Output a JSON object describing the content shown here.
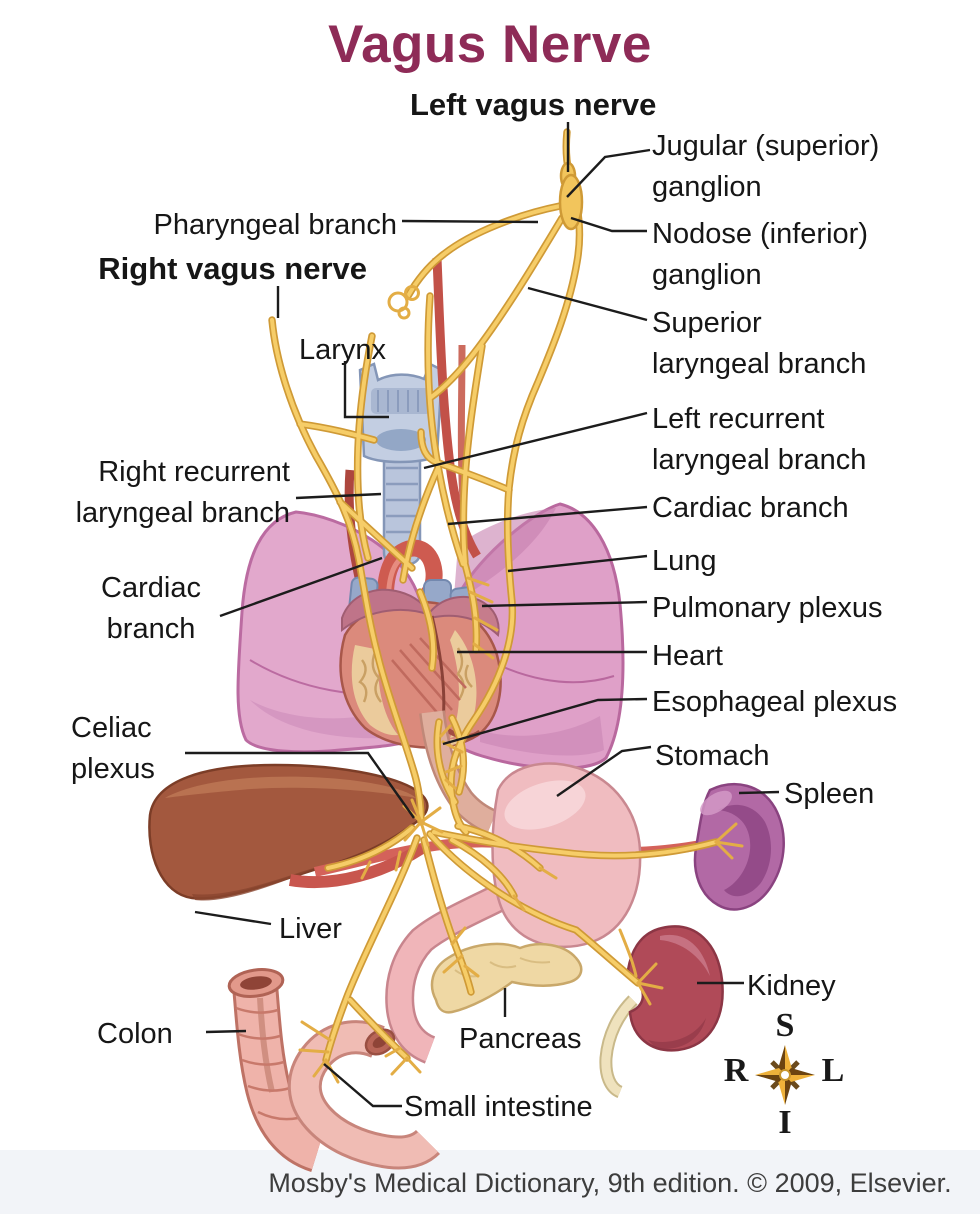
{
  "title": "Vagus Nerve",
  "labels": {
    "left_vagus_nerve": "Left vagus nerve",
    "jugular_ganglion": "Jugular (superior)\nganglion",
    "pharyngeal_branch": "Pharyngeal branch",
    "nodose_ganglion": "Nodose (inferior)\nganglion",
    "right_vagus_nerve": "Right vagus nerve",
    "superior_laryngeal_branch": "Superior\nlaryngeal branch",
    "larynx": "Larynx",
    "left_recurrent_laryngeal_branch": "Left recurrent\nlaryngeal branch",
    "right_recurrent_laryngeal_branch": "Right recurrent\nlaryngeal branch",
    "cardiac_branch_right": "Cardiac branch",
    "cardiac_branch_left": "Cardiac\nbranch",
    "lung": "Lung",
    "pulmonary_plexus": "Pulmonary plexus",
    "heart": "Heart",
    "esophageal_plexus": "Esophageal plexus",
    "celiac_plexus": "Celiac\nplexus",
    "stomach": "Stomach",
    "spleen": "Spleen",
    "liver": "Liver",
    "kidney": "Kidney",
    "colon": "Colon",
    "pancreas": "Pancreas",
    "small_intestine": "Small intestine"
  },
  "compass": {
    "top": "S",
    "bottom": "I",
    "left": "R",
    "right": "L"
  },
  "footer": "Mosby's Medical Dictionary, 9th edition. © 2009, Elsevier.",
  "colors": {
    "title": "#8e2b57",
    "label_text": "#161616",
    "nerve": "#f6cd68",
    "nerve_outline": "#cf9a36",
    "lung": "#e2a8cc",
    "heart": "#db8a7c",
    "liver": "#a3583e",
    "stomach": "#f0bcc0",
    "spleen": "#b269a5",
    "kidney": "#b04a58",
    "pancreas": "#efd8a4",
    "colon": "#efb3aa",
    "trachea": "#b9c5dc",
    "artery": "#ce5b50",
    "compass_gold": "#eeb13a"
  }
}
